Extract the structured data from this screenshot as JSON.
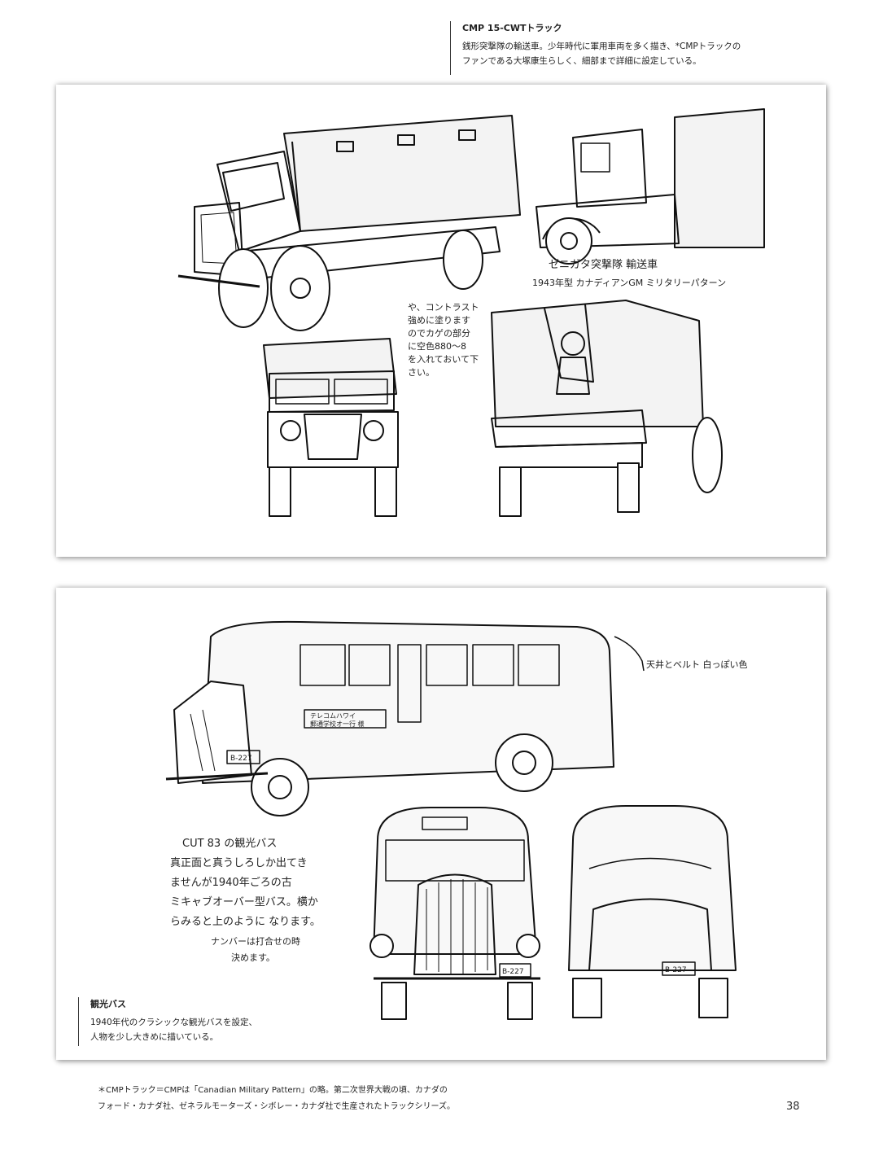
{
  "captions": {
    "truck": {
      "title": "CMP 15-CWTトラック",
      "lines": [
        "銭形突撃隊の輸送車。少年時代に軍用車両を多く描き、*CMPトラックの",
        "ファンである大塚康生らしく、細部まで詳細に設定している。"
      ]
    },
    "bus": {
      "title": "観光バス",
      "lines": [
        "1940年代のクラシックな観光バスを設定、",
        "人物を少し大きめに描いている。"
      ]
    }
  },
  "truck_notes": {
    "label_1": "ゼニガタ突撃隊 輸送車",
    "label_2": "1943年型 カナディアンGM ミリタリーパターン",
    "memo": [
      "や、コントラスト",
      "強めに塗ります",
      "のでカゲの部分",
      "に空色880～8",
      "を入れておいて下",
      "さい。"
    ]
  },
  "bus_notes": {
    "roof_note": "天井とベルト 白っぽい色",
    "sign_1": "テレコムハワイ",
    "sign_2": "郵通学校オ一行 様",
    "plate": "B-227",
    "memo": [
      "CUT 83 の観光バス",
      "真正面と真うしろしか出てき",
      "ませんが1940年ごろの古",
      "ミキャブオーバー型バス。横か",
      "らみると上のように なります。",
      "ナンバーは打合せの時",
      "決めます。"
    ]
  },
  "footnote": [
    "＊CMPトラック＝CMPは「Canadian Military Pattern」の略。第二次世界大戦の頃、カナダの",
    "フォード・カナダ社、ゼネラルモーターズ・シボレー・カナダ社で生産されたトラックシリーズ。"
  ],
  "page_number": "38"
}
